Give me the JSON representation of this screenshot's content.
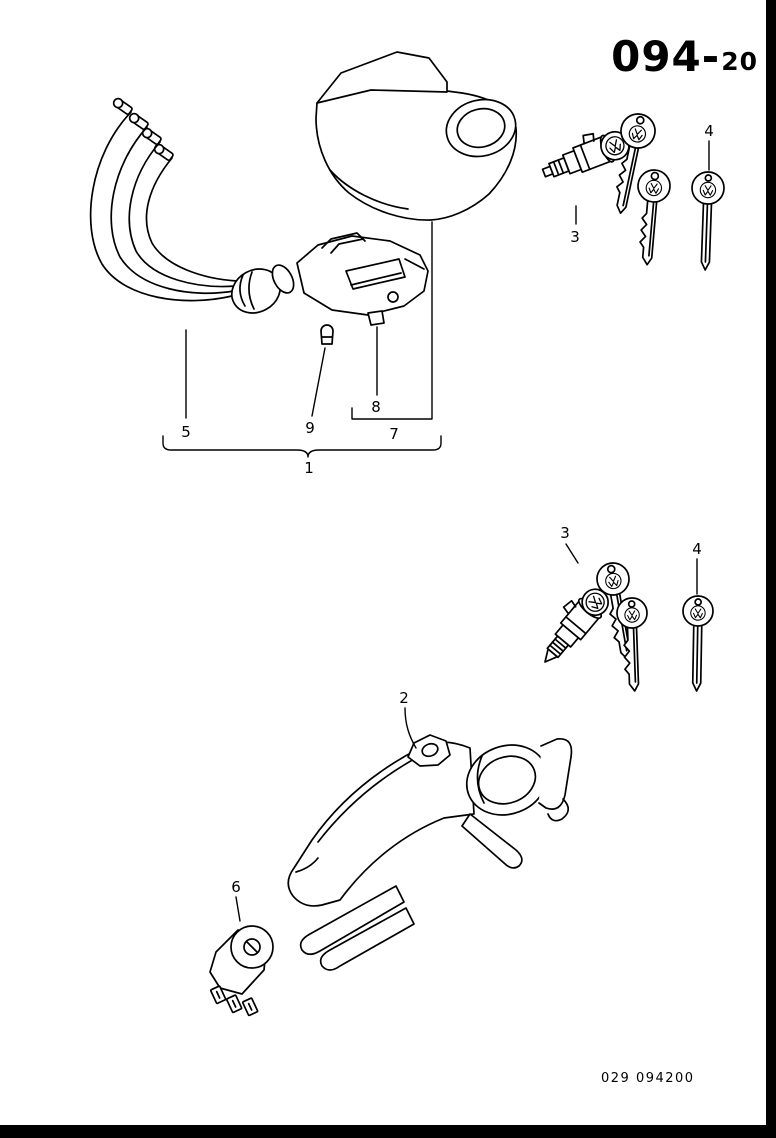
{
  "header": {
    "section_code": "094-",
    "page_suffix": "20"
  },
  "footer": {
    "plate_code": "029 094200"
  },
  "callouts": {
    "c1": "1",
    "c2": "2",
    "c3": "3",
    "c4": "4",
    "c5": "5",
    "c6": "6",
    "c7": "7",
    "c8": "8",
    "c9": "9"
  },
  "icons": {
    "emblem": "vw-logo"
  },
  "colors": {
    "ink": "#000000",
    "paper": "#ffffff"
  }
}
